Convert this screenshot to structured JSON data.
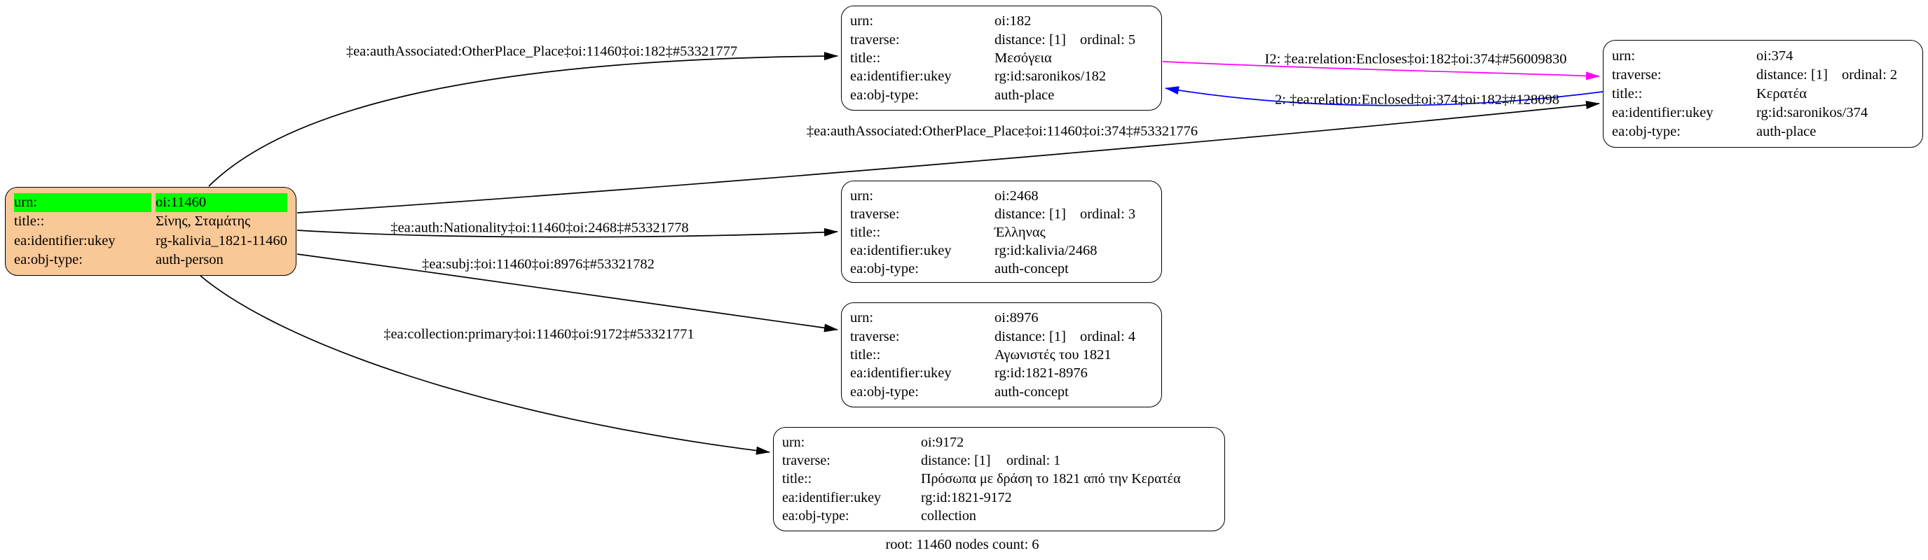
{
  "diagram": {
    "caption": "root: 11460 nodes count: 6"
  },
  "colors": {
    "root_node_fill": "#f8c896",
    "highlight": "#00ff00",
    "node_fill": "#ffffff",
    "border": "#000000",
    "edge_default": "#000000",
    "edge_encloses": "#ff00ff",
    "edge_enclosed": "#0000ff"
  },
  "nodes": {
    "n11460": {
      "urn_label": "urn:",
      "urn": "oi:11460",
      "title_label": "title::",
      "title": "Σίνης, Σταμάτης",
      "ukey_label": "ea:identifier:ukey",
      "ukey": "rg-kalivia_1821-11460",
      "objtype_label": "ea:obj-type:",
      "objtype": "auth-person"
    },
    "n182": {
      "urn_label": "urn:",
      "urn": "oi:182",
      "traverse_label": "traverse:",
      "distance": "distance: [1]",
      "ordinal": "ordinal: 5",
      "title_label": "title::",
      "title": "Μεσόγεια",
      "ukey_label": "ea:identifier:ukey",
      "ukey": "rg:id:saronikos/182",
      "objtype_label": "ea:obj-type:",
      "objtype": "auth-place"
    },
    "n374": {
      "urn_label": "urn:",
      "urn": "oi:374",
      "traverse_label": "traverse:",
      "distance": "distance: [1]",
      "ordinal": "ordinal: 2",
      "title_label": "title::",
      "title": "Κερατέα",
      "ukey_label": "ea:identifier:ukey",
      "ukey": "rg:id:saronikos/374",
      "objtype_label": "ea:obj-type:",
      "objtype": "auth-place"
    },
    "n2468": {
      "urn_label": "urn:",
      "urn": "oi:2468",
      "traverse_label": "traverse:",
      "distance": "distance: [1]",
      "ordinal": "ordinal: 3",
      "title_label": "title::",
      "title": "Έλληνας",
      "ukey_label": "ea:identifier:ukey",
      "ukey": "rg:id:kalivia/2468",
      "objtype_label": "ea:obj-type:",
      "objtype": "auth-concept"
    },
    "n8976": {
      "urn_label": "urn:",
      "urn": "oi:8976",
      "traverse_label": "traverse:",
      "distance": "distance: [1]",
      "ordinal": "ordinal: 4",
      "title_label": "title::",
      "title": "Αγωνιστές του 1821",
      "ukey_label": "ea:identifier:ukey",
      "ukey": "rg:id:1821-8976",
      "objtype_label": "ea:obj-type:",
      "objtype": "auth-concept"
    },
    "n9172": {
      "urn_label": "urn:",
      "urn": "oi:9172",
      "traverse_label": "traverse:",
      "distance": "distance: [1]",
      "ordinal": "ordinal: 1",
      "title_label": "title::",
      "title": "Πρόσωπα με δράση το 1821 από την Κερατέα",
      "ukey_label": "ea:identifier:ukey",
      "ukey": "rg:id:1821-9172",
      "objtype_label": "ea:obj-type:",
      "objtype": "collection"
    }
  },
  "edges": {
    "assoc182": {
      "label": "‡ea:authAssociated:OtherPlace_Place‡oi:11460‡oi:182‡#53321777",
      "color": "#000000"
    },
    "assoc374": {
      "label": "‡ea:authAssociated:OtherPlace_Place‡oi:11460‡oi:374‡#53321776",
      "color": "#000000"
    },
    "encloses": {
      "label": "I2: ‡ea:relation:Encloses‡oi:182‡oi:374‡#56009830",
      "color": "#ff00ff"
    },
    "enclosed": {
      "label": "2: ‡ea:relation:Enclosed‡oi:374‡oi:182‡#128098",
      "color": "#0000ff"
    },
    "nationality": {
      "label": "‡ea:auth:Nationality‡oi:11460‡oi:2468‡#53321778",
      "color": "#000000"
    },
    "subj": {
      "label": "‡ea:subj:‡oi:11460‡oi:8976‡#53321782",
      "color": "#000000"
    },
    "collection": {
      "label": "‡ea:collection:primary‡oi:11460‡oi:9172‡#53321771",
      "color": "#000000"
    }
  }
}
